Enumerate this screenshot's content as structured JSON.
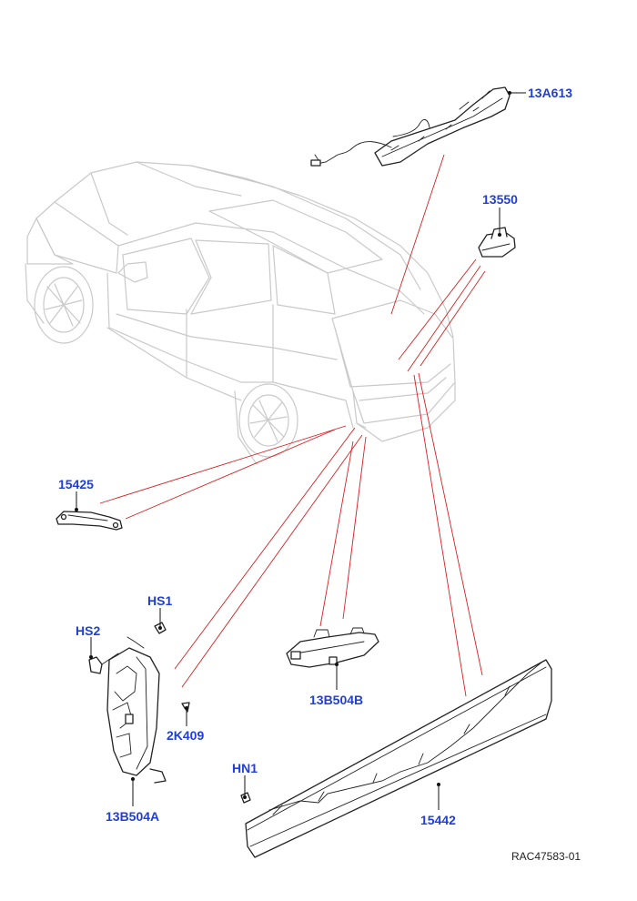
{
  "callouts": {
    "c13A613": "13A613",
    "c13550": "13550",
    "c15425": "15425",
    "cHS1": "HS1",
    "cHS2": "HS2",
    "c2K409": "2K409",
    "c13B504A": "13B504A",
    "c13B504B": "13B504B",
    "cHN1": "HN1",
    "c15442": "15442"
  },
  "reference": "RAC47583-01",
  "colors": {
    "callout_text": "#1f3fd6",
    "leader_lines": "#d62020",
    "vehicle_outline": "#c9c9c9",
    "part_outline": "#222222"
  }
}
